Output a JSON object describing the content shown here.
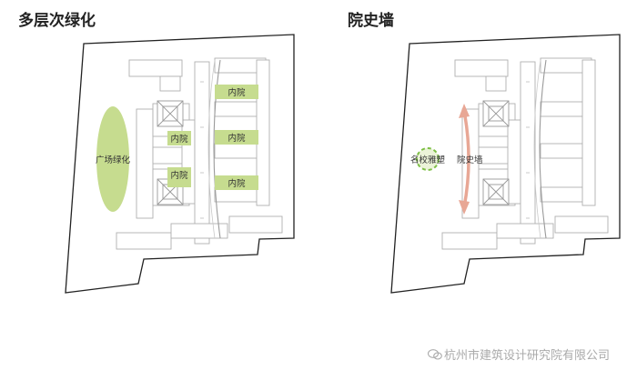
{
  "left_panel": {
    "title": "多层次绿化",
    "plaza_label": "广场绿化",
    "courtyard_labels": [
      "内院",
      "内院",
      "内院",
      "内院",
      "内院"
    ]
  },
  "right_panel": {
    "title": "院史墙",
    "tree_label": "名校雅塑",
    "wall_label": "院史墙"
  },
  "watermark": "杭州市建筑设计研究院有限公司",
  "colors": {
    "green": "#c6dc8f",
    "green_dashed": "#7dbf45",
    "arrow": "#e8a795",
    "building_stroke": "#b0b0b0",
    "site_stroke": "#222222"
  }
}
